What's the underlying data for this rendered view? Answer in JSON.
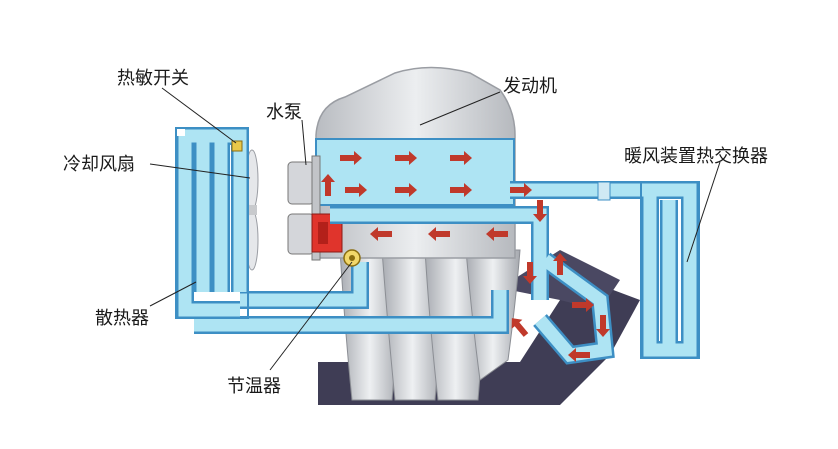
{
  "labels": {
    "thermo_switch": "热敏开关",
    "water_pump": "水泵",
    "engine": "发动机",
    "cooling_fan": "冷却风扇",
    "heater_core": "暖风装置热交换器",
    "radiator": "散热器",
    "thermostat": "节温器"
  },
  "colors": {
    "coolant": "#aee4f3",
    "pipe_outline": "#3d8fc4",
    "engine_head": "#d7d9dc",
    "engine_dark": "#3f3d55",
    "flow_arrow": "#c0392b",
    "pump_red": "#e0342c"
  }
}
